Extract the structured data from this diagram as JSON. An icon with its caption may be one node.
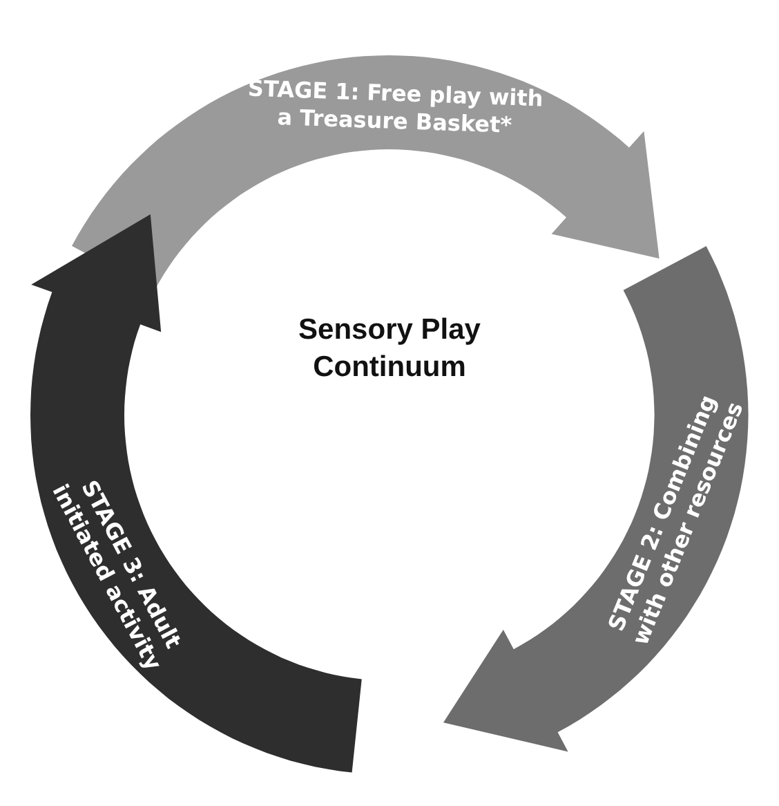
{
  "diagram": {
    "nodes": [
      {
        "text": [
          "STAGE 1: Free play with a Treasure Basket*"
        ]
      },
      {
        "text": [
          "STAGE 2: Combining with other resources"
        ]
      },
      {
        "text": [
          "STAGE 3: Adult initiated activity"
        ]
      },
      {
        "text": [
          "Sensory Play Continuum"
        ]
      }
    ]
  }
}
